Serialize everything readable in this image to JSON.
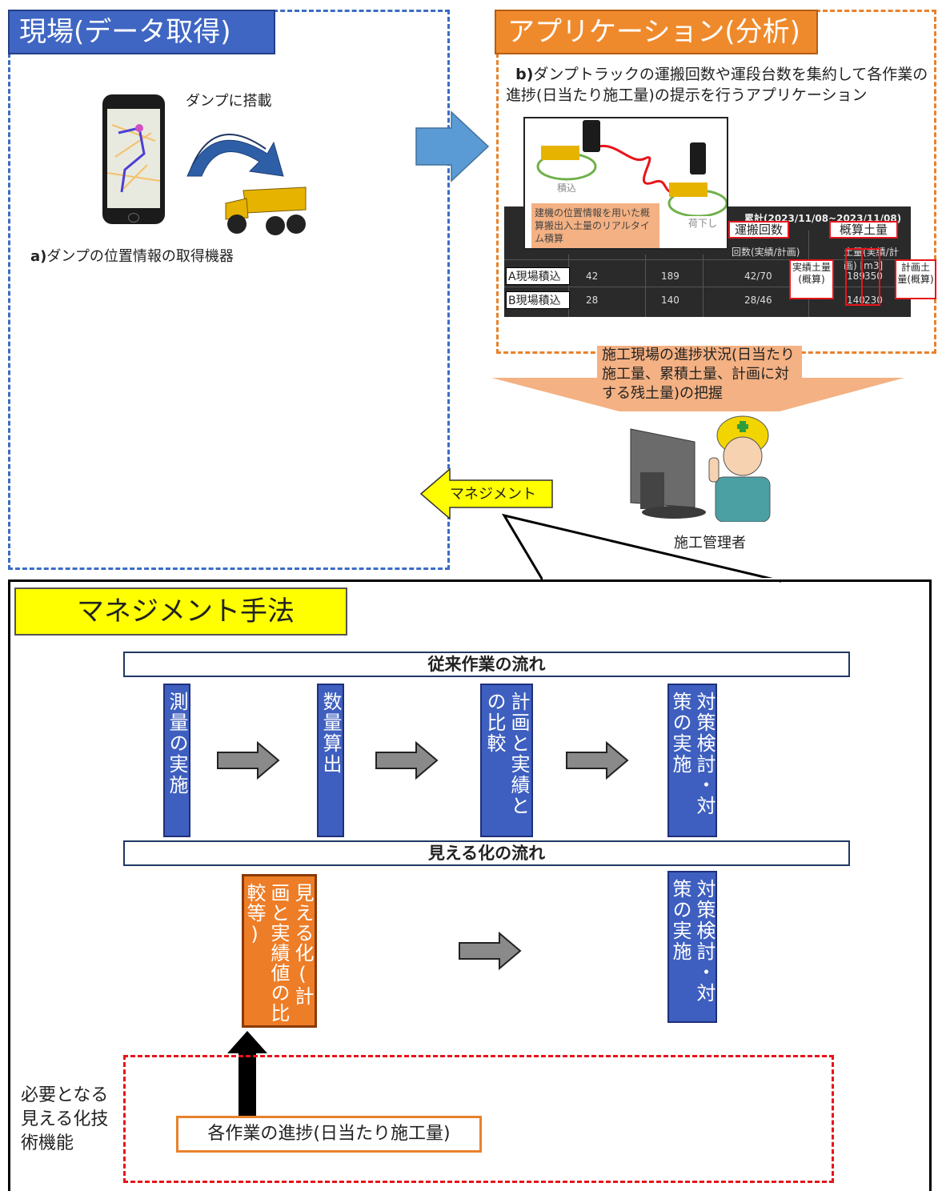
{
  "field": {
    "title": "現場(データ取得)",
    "dump_label": "ダンプに搭載",
    "caption_prefix": "a)",
    "caption": "ダンプの位置情報の取得機器"
  },
  "app": {
    "title": "アプリケーション(分析)",
    "desc_prefix": "b)",
    "desc": "ダンプトラックの運搬回数や運段台数を集約して各作業の進捗(日当たり施工量)の提示を行うアプリケーション",
    "loading_label": "積込",
    "unloading_label": "荷下し",
    "note": "建機の位置情報を用いた概算搬出入土量のリアルタイム積算",
    "table": {
      "period": "累計(2023/11/08~2023/11/08)",
      "col_count": "回数(実績/計画)",
      "col_volume": "土量(実績/計画) [m3]",
      "rows": [
        {
          "name": "A現場積込",
          "c1": "42",
          "c2": "189",
          "c3": "42/70",
          "v1": "189",
          "v2": "350"
        },
        {
          "name": "B現場積込",
          "c1": "28",
          "c2": "140",
          "c3": "28/46",
          "v1": "140",
          "v2": "230"
        }
      ]
    },
    "tag_trips": "運搬回数",
    "tag_volume": "概算土量",
    "tag_actual": "実績土量(概算)",
    "tag_plan": "計画土量(概算)"
  },
  "progress_banner": "施工現場の進捗状況(日当たり施工量、累積土量、計画に対する残土量)の把握",
  "manager_label": "施工管理者",
  "management_arrow": "マネジメント",
  "method": {
    "title": "マネジメント手法",
    "conventional": {
      "header": "従来作業の流れ",
      "steps": [
        "測量の実施",
        "数量算出",
        "計画と実績との比較",
        "対策検討・対策の実施"
      ]
    },
    "visual": {
      "header": "見える化の流れ",
      "step1": "見える化(計画と実績値の比較等)",
      "step2": "対策検討・対策の実施"
    },
    "required_label": "必要となる見える化技術機能",
    "required_item": "各作業の進捗(日当たり施工量)"
  }
}
